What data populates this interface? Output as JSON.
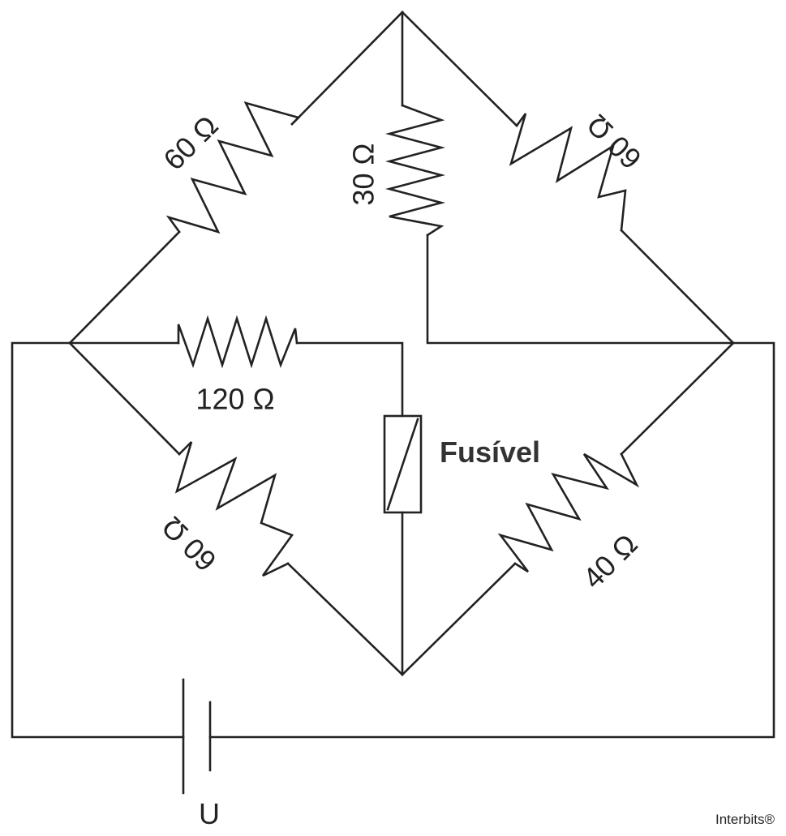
{
  "resistors": {
    "top_left": "60 Ω",
    "top_middle": "30 Ω",
    "top_right": "60 Ω",
    "middle_horizontal": "120 Ω",
    "bottom_left": "60 Ω",
    "bottom_right": "40 Ω"
  },
  "fuse": {
    "label": "Fusível"
  },
  "source": {
    "label": "U"
  },
  "credit": "Interbits®"
}
